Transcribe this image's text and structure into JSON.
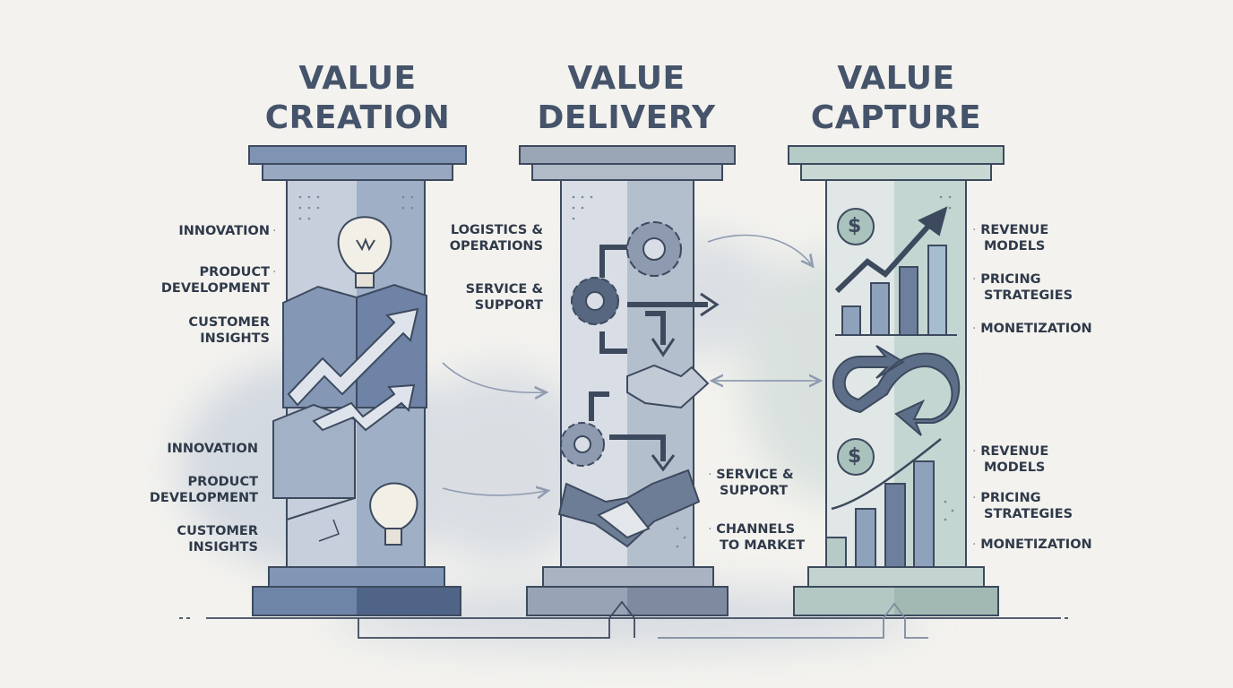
{
  "pillars": [
    {
      "title_line1": "VALUE",
      "title_line2": "CREATION",
      "labels_upper": [
        "INNOVATION",
        "PRODUCT",
        "DEVELOPMENT",
        "CUSTOMER",
        "INSIGHTS"
      ],
      "labels_lower": [
        "INNOVATION",
        "PRODUCT",
        "DEVELOPMENT",
        "CUSTOMER",
        "INSIGHTS"
      ]
    },
    {
      "title_line1": "VALUE",
      "title_line2": "DELIVERY",
      "labels_upper": [
        "LOGISTICS &",
        "OPERATIONS",
        "SERVICE &",
        "SUPPORT"
      ],
      "labels_lower": [
        "SERVICE &",
        "SUPPORT",
        "CHANNELS",
        "TO MARKET"
      ]
    },
    {
      "title_line1": "VALUE",
      "title_line2": "CAPTURE",
      "labels_upper": [
        "REVENUE",
        "MODELS",
        "PRICING",
        "STRATEGIES",
        "MONETIZATION"
      ],
      "labels_lower": [
        "REVENUE",
        "MODELS",
        "PRICING",
        "STRATEGIES",
        "MONETIZATION"
      ]
    }
  ],
  "icons": {
    "currency_symbol": "$"
  },
  "colors": {
    "creation": "#6e84a6",
    "delivery": "#9aa6b6",
    "capture": "#a9c2bc",
    "ink": "#45546a"
  }
}
